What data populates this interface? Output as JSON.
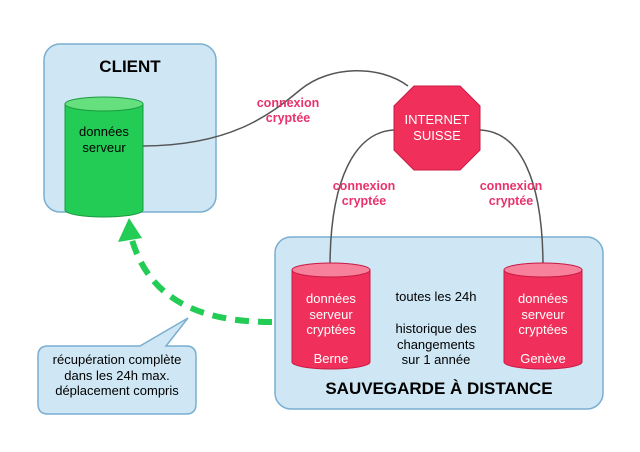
{
  "client": {
    "title": "CLIENT",
    "db_label": [
      "données",
      "serveur"
    ]
  },
  "links": {
    "client_internet": [
      "connexion",
      "cryptée"
    ],
    "internet_berne": [
      "connexion",
      "cryptée"
    ],
    "internet_geneve": [
      "connexion",
      "cryptée"
    ]
  },
  "internet": {
    "label": [
      "INTERNET",
      "SUISSE"
    ]
  },
  "backup": {
    "title": "SAUVEGARDE À DISTANCE",
    "berne": {
      "label": [
        "données",
        "serveur",
        "cryptées"
      ],
      "city": "Berne"
    },
    "geneve": {
      "label": [
        "données",
        "serveur",
        "cryptées"
      ],
      "city": "Genève"
    },
    "schedule": "toutes les 24h",
    "history": [
      "historique des",
      "changements",
      "sur 1 année"
    ]
  },
  "callout": {
    "lines": [
      "récupération complète",
      "dans les 24h max.",
      "déplacement compris"
    ]
  },
  "colors": {
    "box_fill": "#cfe7f5",
    "box_stroke": "#7aaed0",
    "green": "#22cc55",
    "green_top": "#66e07f",
    "red": "#f0305a",
    "red_top": "#f7809a",
    "pink_text": "#e8336c",
    "dash_green": "#22cc55",
    "wire": "#555555"
  }
}
